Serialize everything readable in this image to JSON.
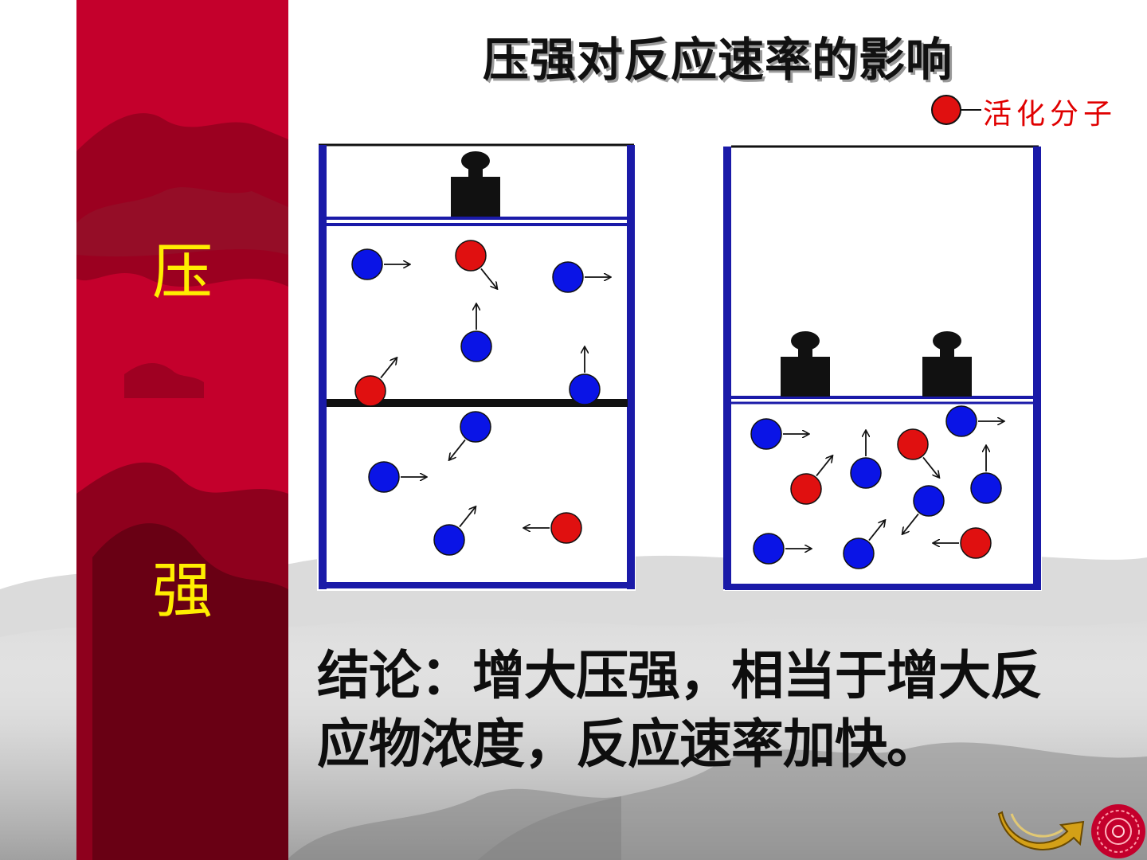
{
  "slide": {
    "title": "压强对反应速率的影响",
    "side_chars": [
      "压",
      "强"
    ],
    "legend": {
      "label": "活化分子",
      "icon": "red-circle-icon",
      "color": "#e01010"
    },
    "conclusion": {
      "line1": "结论：增大压强，相当于增大反",
      "line2": "应物浓度，反应速率加快。"
    }
  },
  "colors": {
    "band_red": "#c4002c",
    "side_text": "#ffee00",
    "molecule_blue": "#0a14e6",
    "molecule_red": "#e01010",
    "container_border": "#1a1aa8",
    "legend_text": "#e00000"
  },
  "containers": [
    {
      "name": "before",
      "molecules": [
        {
          "color": "blue",
          "direction": "right"
        },
        {
          "color": "red",
          "direction": "down-right"
        },
        {
          "color": "blue",
          "direction": "right"
        },
        {
          "color": "blue",
          "direction": "up"
        },
        {
          "color": "red",
          "direction": "up-right"
        },
        {
          "color": "blue",
          "direction": "up"
        },
        {
          "color": "blue",
          "direction": "down-left"
        },
        {
          "color": "blue",
          "direction": "right"
        },
        {
          "color": "blue",
          "direction": "up-right"
        },
        {
          "color": "red",
          "direction": "left"
        }
      ],
      "weights": 1
    },
    {
      "name": "after",
      "molecules": [
        {
          "color": "blue",
          "direction": "right"
        },
        {
          "color": "blue",
          "direction": "up"
        },
        {
          "color": "red",
          "direction": "down-right"
        },
        {
          "color": "blue",
          "direction": "right"
        },
        {
          "color": "red",
          "direction": "up-right"
        },
        {
          "color": "blue",
          "direction": "up"
        },
        {
          "color": "blue",
          "direction": "down-left"
        },
        {
          "color": "blue",
          "direction": "right"
        },
        {
          "color": "blue",
          "direction": "up-right"
        },
        {
          "color": "red",
          "direction": "left"
        }
      ],
      "weights": 2
    }
  ],
  "navigation": {
    "return_icon": "curved-return-arrow-icon",
    "emblem_icon": "red-emblem-icon"
  }
}
